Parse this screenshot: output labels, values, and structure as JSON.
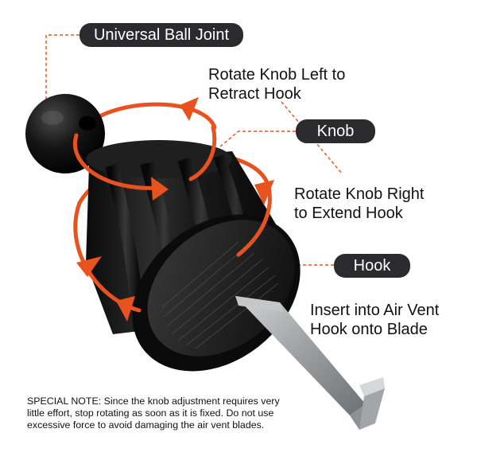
{
  "labels": {
    "ball_joint": "Universal Ball Joint",
    "knob": "Knob",
    "hook": "Hook"
  },
  "callouts": {
    "rotate_left_line1": "Rotate Knob Left to",
    "rotate_left_line2": "Retract Hook",
    "rotate_right_line1": "Rotate Knob Right",
    "rotate_right_line2": "to Extend Hook",
    "insert_line1": "Insert into Air Vent",
    "insert_line2": "Hook onto Blade"
  },
  "special_note": {
    "line1": "SPECIAL NOTE: Since the knob adjustment requires very",
    "line2": "little effort, stop rotating as soon as it is fixed. Do not use",
    "line3": "excessive force to avoid damaging the air vent blades."
  },
  "colors": {
    "accent_orange": "#e8521f",
    "pill_background": "#2b2b2e",
    "body_black": "#151515",
    "hook_metal": "#a9abae"
  },
  "icons": [
    "rotate-arrow-icon",
    "leader-line"
  ]
}
